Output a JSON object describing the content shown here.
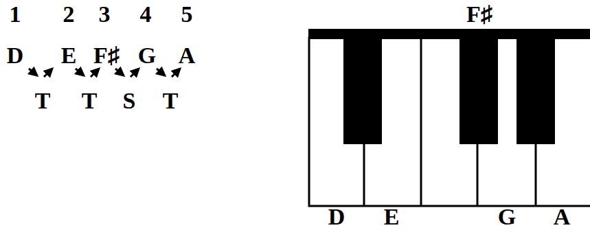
{
  "diagram": {
    "labels": [
      "1",
      "2",
      "3",
      "4",
      "5",
      "D",
      "E",
      "F♯",
      "G",
      "A",
      "T",
      "T",
      "S",
      "T",
      "F♯",
      "D",
      "E",
      "G",
      "A"
    ]
  }
}
